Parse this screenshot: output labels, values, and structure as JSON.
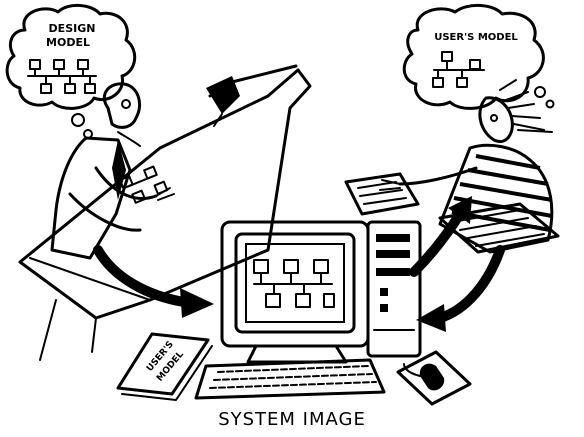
{
  "design_bubble": {
    "line1": "DESIGN",
    "line2": "MODEL"
  },
  "user_bubble": {
    "label": "USER'S MODEL"
  },
  "manual": {
    "line1": "USER'S",
    "line2": "MODEL"
  },
  "caption": "SYSTEM IMAGE",
  "ink_color": "#000000",
  "paper_color": "#ffffff",
  "icons": {
    "design_tree": "tree-diagram-icon",
    "user_tree": "tree-diagram-icon",
    "screen_tree": "tree-diagram-icon"
  }
}
